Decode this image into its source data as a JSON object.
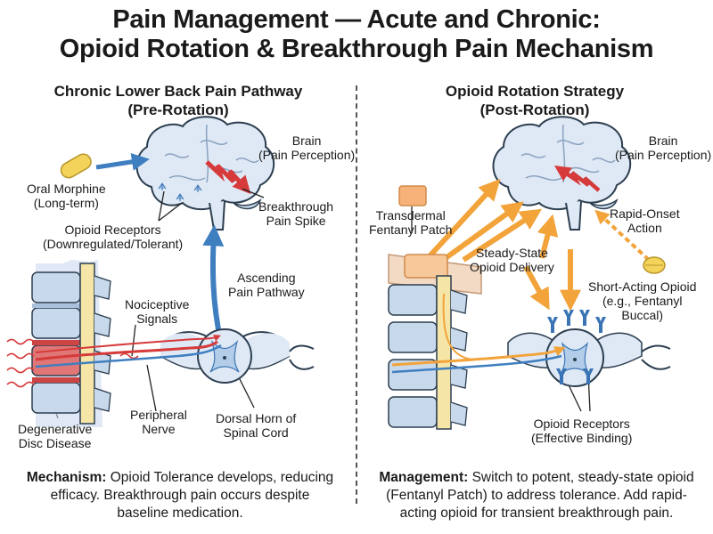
{
  "header": {
    "title_line1": "Pain Management — Acute and Chronic:",
    "title_line2": "Opioid Rotation & Breakthrough Pain Mechanism"
  },
  "left_panel": {
    "title_line1": "Chronic Lower Back Pain Pathway",
    "title_line2": "(Pre-Rotation)",
    "labels": {
      "brain_1": "Brain",
      "brain_2": "(Pain Perception)",
      "morphine_1": "Oral Morphine",
      "morphine_2": "(Long-term)",
      "receptors_1": "Opioid Receptors",
      "receptors_2": "(Downregulated/Tolerant)",
      "spike_1": "Breakthrough",
      "spike_2": "Pain Spike",
      "ascending_1": "Ascending",
      "ascending_2": "Pain Pathway",
      "nociceptive_1": "Nociceptive",
      "nociceptive_2": "Signals",
      "peripheral_1": "Peripheral",
      "peripheral_2": "Nerve",
      "disc_1": "Degenerative",
      "disc_2": "Disc Disease",
      "dorsal_1": "Dorsal Horn of",
      "dorsal_2": "Spinal Cord"
    },
    "caption": {
      "bold": "Mechanism:",
      "line1": " Opioid Tolerance develops, reducing",
      "line2": "efficacy. Breakthrough pain occurs despite",
      "line3": "baseline medication."
    }
  },
  "right_panel": {
    "title_line1": "Opioid Rotation Strategy",
    "title_line2": "(Post-Rotation)",
    "labels": {
      "brain_1": "Brain",
      "brain_2": "(Pain Perception)",
      "patch_1": "Transdermal",
      "patch_2": "Fentanyl Patch",
      "steady_1": "Steady-State",
      "steady_2": "Opioid Delivery",
      "rapid_1": "Rapid-Onset",
      "rapid_2": "Action",
      "short_1": "Short-Acting Opioid",
      "short_2": "(e.g., Fentanyl",
      "short_3": "Buccal)",
      "receptors_1": "Opioid Receptors",
      "receptors_2": "(Effective Binding)"
    },
    "caption": {
      "bold": "Management:",
      "line1": " Switch to potent, steady-state opioid",
      "line2": "(Fentanyl Patch) to address tolerance. Add rapid-",
      "line3": "acting opioid for transient breakthrough pain."
    }
  },
  "colors": {
    "brain_fill": "#dfe9f5",
    "outline": "#2c3e50",
    "pain_red": "#d63a3a",
    "nerve_blue": "#3f7fc0",
    "orange": "#f2a33a",
    "pill_yellow": "#f3d35a",
    "patch_orange": "#f7b27a",
    "vertebra": "#c9d9ec",
    "cord_yellow": "#f5e6a8",
    "receptor_blue": "#3a74b5"
  }
}
